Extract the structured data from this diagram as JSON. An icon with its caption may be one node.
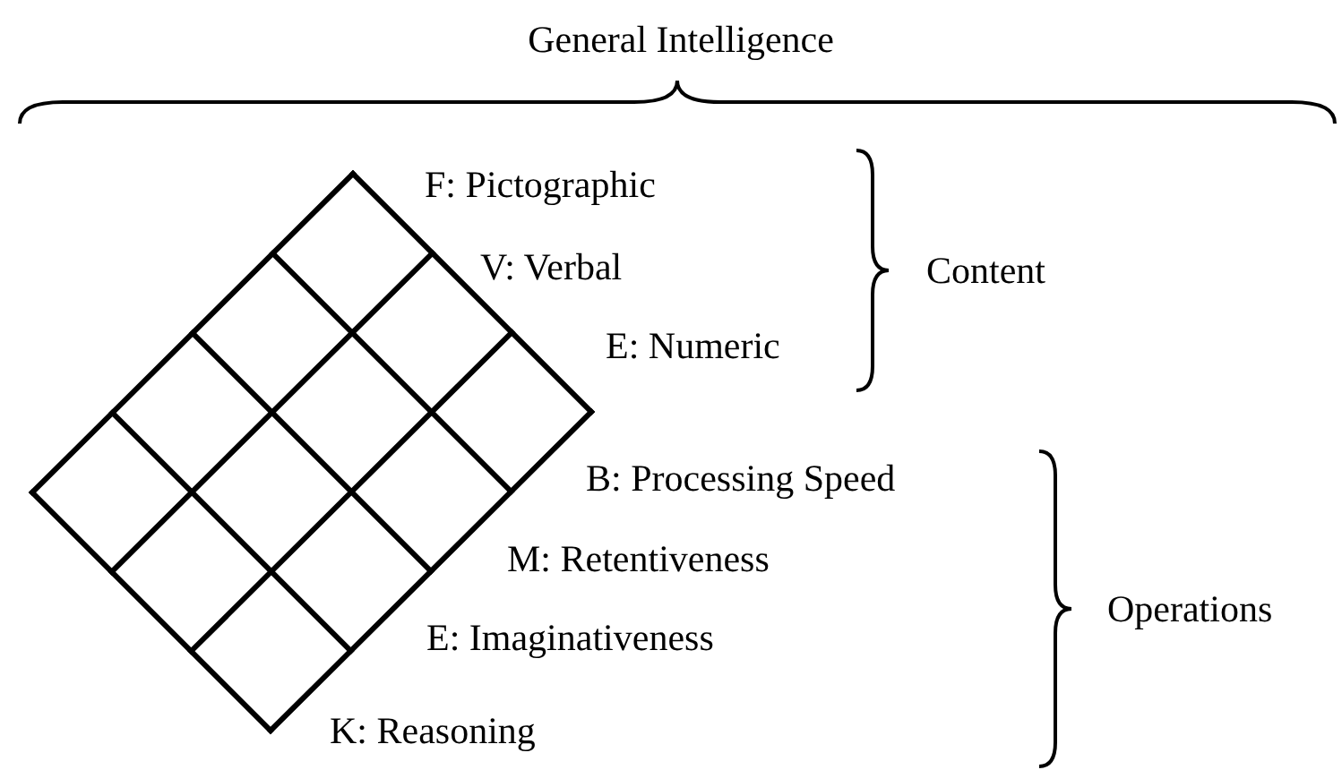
{
  "diagram": {
    "title": "General Intelligence",
    "labels": [
      "F: Pictographic",
      "V: Verbal",
      "E: Numeric",
      "Content",
      "B: Processing Speed",
      "M: Retentiveness",
      "E: Imaginativeness",
      "K: Reasoning",
      "Operations"
    ]
  }
}
